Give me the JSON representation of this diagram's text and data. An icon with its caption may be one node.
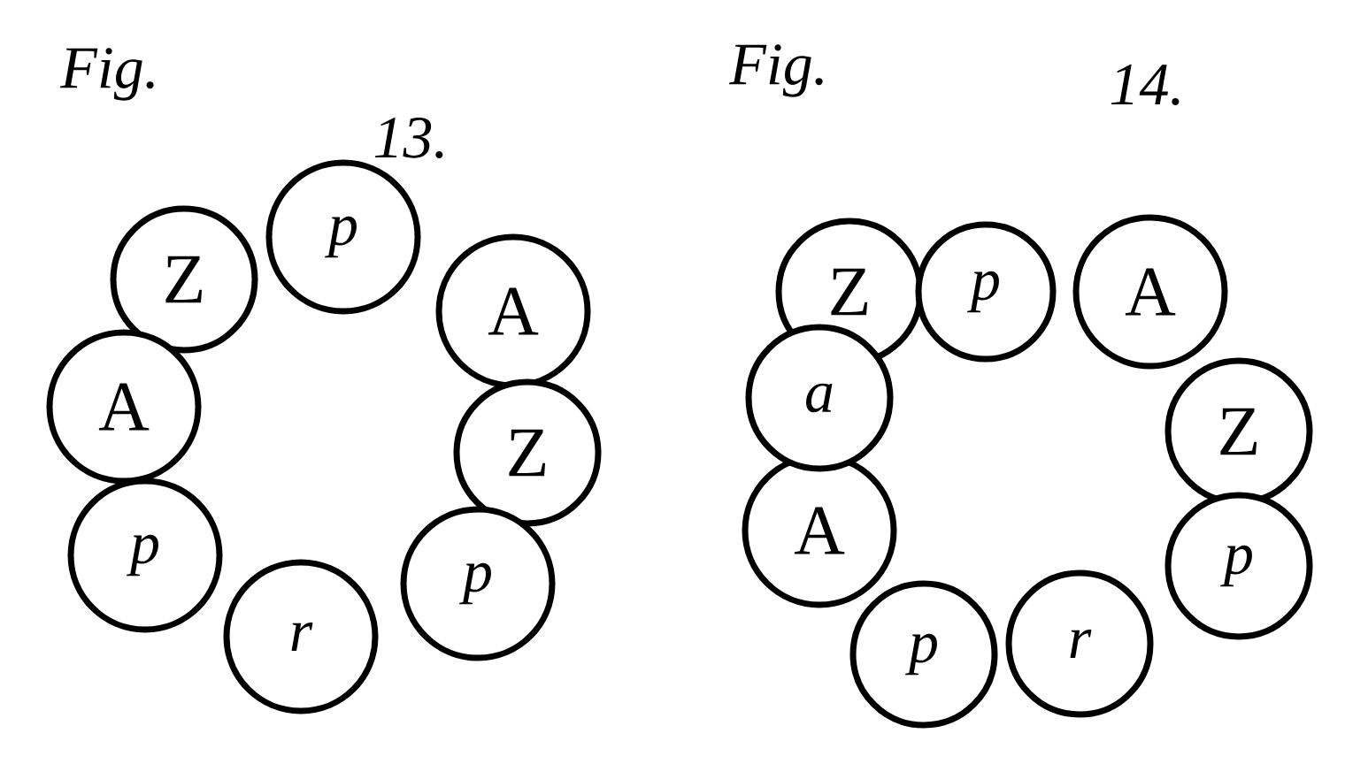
{
  "diagram": {
    "nodes": [
      {
        "text": [
          "Z"
        ]
      },
      {
        "text": [
          "p"
        ]
      },
      {
        "text": [
          "A"
        ]
      },
      {
        "text": [
          "Z"
        ]
      },
      {
        "text": [
          "p"
        ]
      },
      {
        "text": [
          "r"
        ]
      },
      {
        "text": [
          "p"
        ]
      },
      {
        "text": [
          "A"
        ]
      },
      {
        "text": [
          "Z"
        ]
      },
      {
        "text": [
          "p"
        ]
      },
      {
        "text": [
          "A"
        ]
      },
      {
        "text": [
          "Z"
        ]
      },
      {
        "text": [
          "p"
        ]
      },
      {
        "text": [
          "r"
        ]
      },
      {
        "text": [
          "p"
        ]
      },
      {
        "text": [
          "A"
        ]
      },
      {
        "text": [
          "a"
        ]
      }
    ],
    "labels": [
      "Fig.",
      "13.",
      "Fig.",
      "14."
    ]
  }
}
